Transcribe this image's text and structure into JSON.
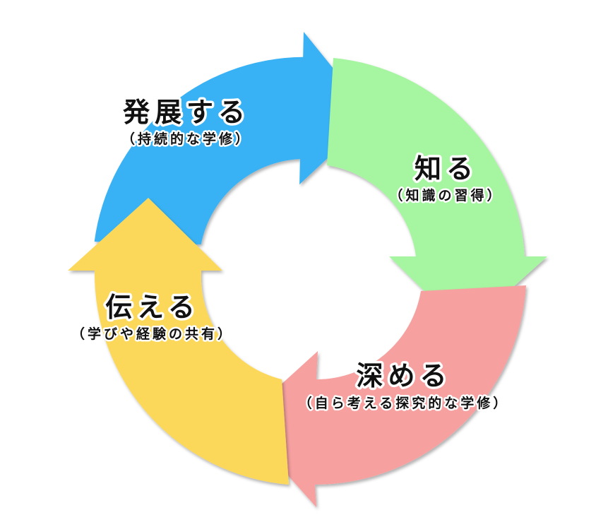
{
  "diagram": {
    "stages": [
      {
        "id": "shiru",
        "title": "知る",
        "subtitle": "（知識の習得）",
        "color": "#a6f5a0"
      },
      {
        "id": "fukameru",
        "title": "深める",
        "subtitle": "（自ら考える探究的な学修）",
        "color": "#f7a0a0"
      },
      {
        "id": "tsutaeru",
        "title": "伝える",
        "subtitle": "（学びや経験の共有）",
        "color": "#fcd85a"
      },
      {
        "id": "hatten",
        "title": "発展する",
        "subtitle": "（持続的な学修）",
        "color": "#38b2f5"
      }
    ]
  }
}
